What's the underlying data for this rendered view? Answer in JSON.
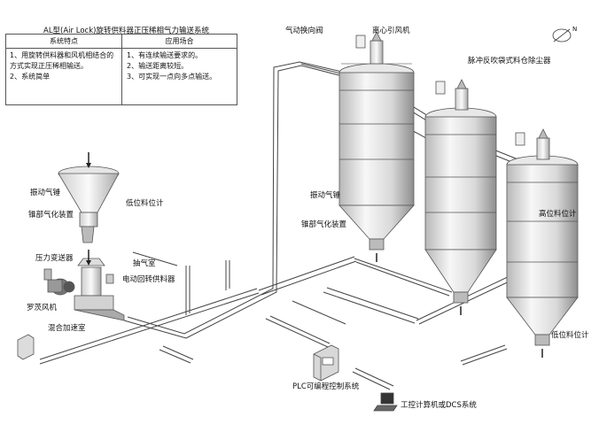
{
  "title": "AL型(Air Lock)旋转供料器正压稀相气力输送系统",
  "table": {
    "left_header": "系统特点",
    "right_header": "应用场合",
    "left_rows": [
      "1、用旋转供料器和风机相结合的",
      "   方式实现正压稀相输送。",
      "2、系统简单"
    ],
    "right_rows": [
      "1、有连续输送要求的。",
      "2、输送距离较短。",
      "3、可实现一点向多点输送。"
    ]
  },
  "labels": {
    "diverter_valve": "气动换向阀",
    "centrifugal_fan": "离心引风机",
    "pulse_collector": "脉冲反吹袋式料仓除尘器",
    "vibrator_left": "振动气锤",
    "low_level_left": "低位料位计",
    "cone_aeration_left": "锥部气化装置",
    "pressure_transmitter": "压力变送器",
    "vent_chamber": "抽气室",
    "rotary_feeder": "电动回转供料器",
    "roots_blower": "罗茨风机",
    "mixing_chamber": "混合加速室",
    "vibrator_silo": "振动气锤",
    "cone_aeration_silo": "锥部气化装置",
    "high_level": "高位料位计",
    "low_level_right": "低位料位计",
    "plc": "PLC可编程控制系统",
    "dcs": "工控计算机或DCS系统"
  },
  "compass": "N",
  "colors": {
    "silo_light": "#f2f2f2",
    "silo_dark": "#9a9a9a",
    "line": "#333333"
  }
}
